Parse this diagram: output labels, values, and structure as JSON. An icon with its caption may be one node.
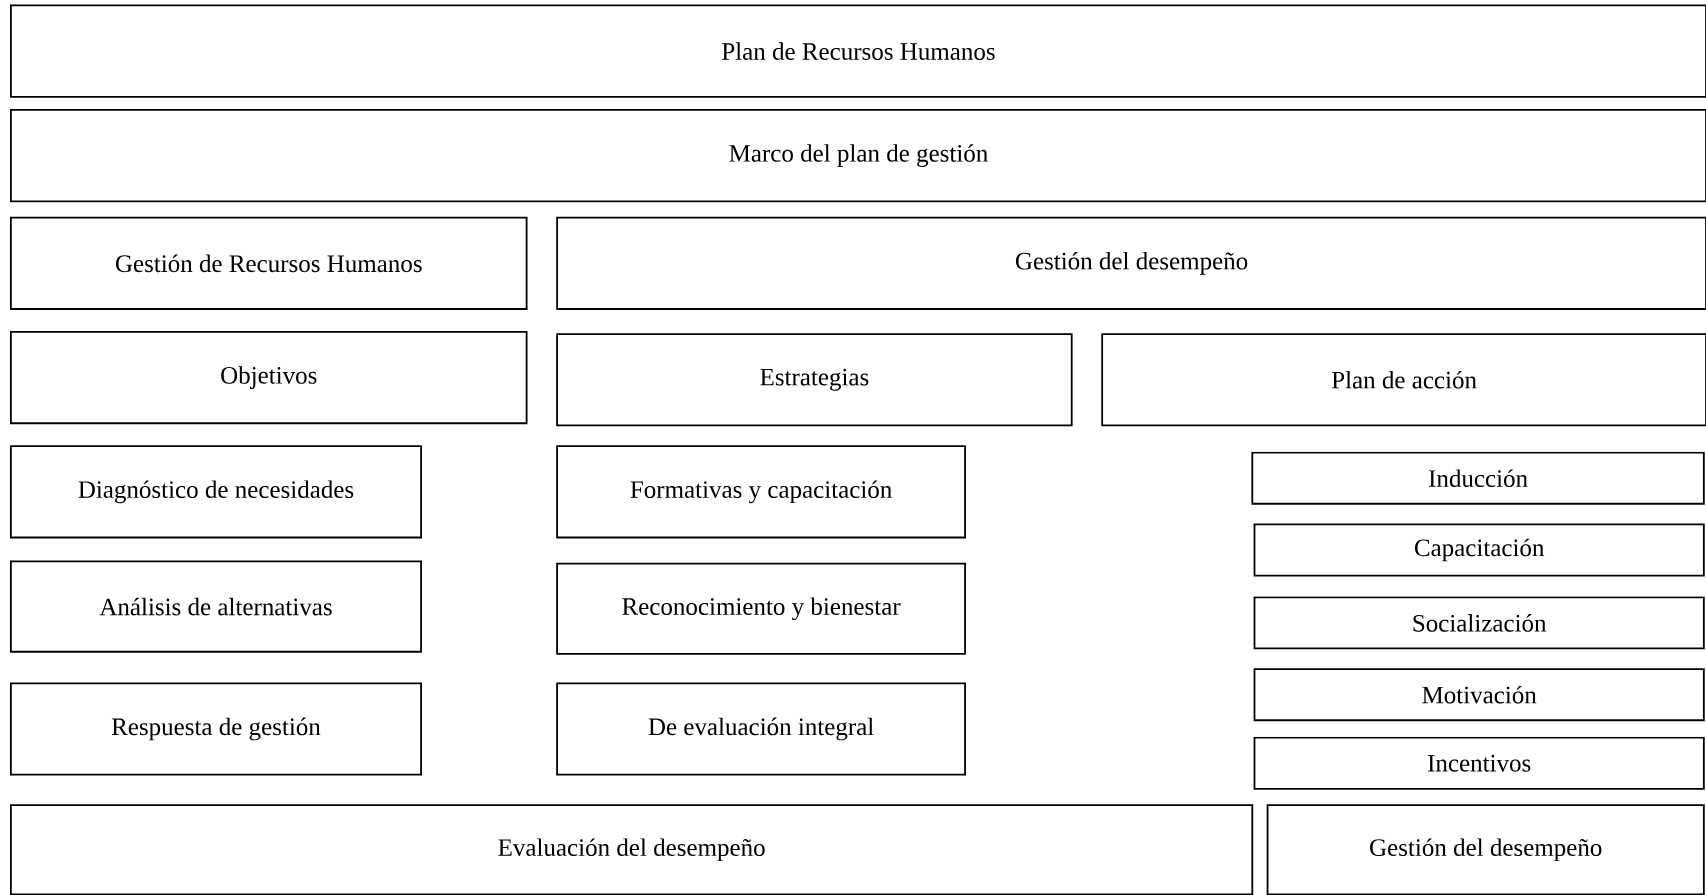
{
  "diagram": {
    "nodes": [
      {
        "text": [
          "Plan de Recursos Humanos"
        ]
      },
      {
        "text": [
          "Marco del plan de gestión"
        ]
      },
      {
        "text": [
          "Gestión de Recursos Humanos"
        ]
      },
      {
        "text": [
          "Gestión del desempeño"
        ]
      },
      {
        "text": [
          "Objetivos"
        ]
      },
      {
        "text": [
          "Estrategias"
        ]
      },
      {
        "text": [
          "Plan de acción"
        ]
      },
      {
        "text": [
          "Diagnóstico de necesidades"
        ]
      },
      {
        "text": [
          "Formativas y capacitación"
        ]
      },
      {
        "text": [
          "Inducción"
        ]
      },
      {
        "text": [
          "Análisis de alternativas"
        ]
      },
      {
        "text": [
          "Reconocimiento y bienestar"
        ]
      },
      {
        "text": [
          "Capacitación"
        ]
      },
      {
        "text": [
          "Socialización"
        ]
      },
      {
        "text": [
          "Respuesta de gestión"
        ]
      },
      {
        "text": [
          "De evaluación integral"
        ]
      },
      {
        "text": [
          "Motivación"
        ]
      },
      {
        "text": [
          "Incentivos"
        ]
      },
      {
        "text": [
          "Evaluación del desempeño"
        ]
      },
      {
        "text": [
          "Gestión del desempeño"
        ]
      }
    ]
  }
}
